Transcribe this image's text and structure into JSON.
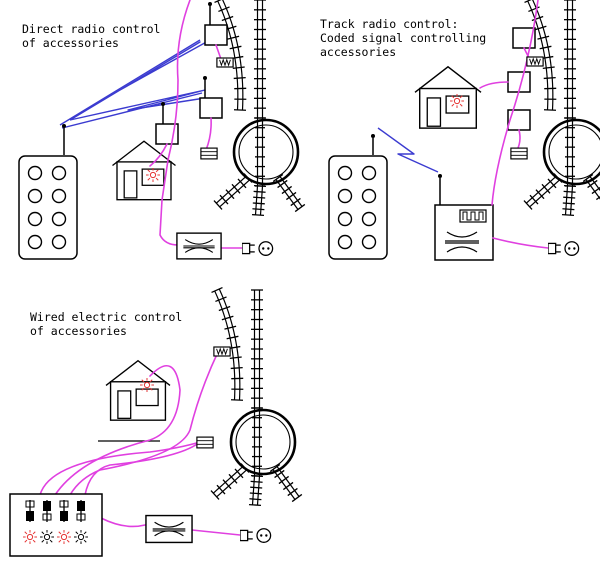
{
  "labels": {
    "direct_radio": [
      "Direct radio control",
      "of accessories"
    ],
    "track_radio": [
      "Track radio control:",
      "Coded signal controlling",
      "accessories"
    ],
    "wired": [
      "Wired electric control",
      "of accessories"
    ]
  },
  "colors": {
    "wire": "#e040e0",
    "radio_wave": "#3b3bd0",
    "light": "#e53030",
    "outline": "#000000"
  },
  "icons": [
    "remote-control-icon",
    "house-icon",
    "light-bulb-icon",
    "transformer-icon",
    "power-plug-icon",
    "switch-motor-icon",
    "decoder-icon",
    "turntable-icon",
    "toggle-switch-icon",
    "lamp-indicator-icon"
  ]
}
